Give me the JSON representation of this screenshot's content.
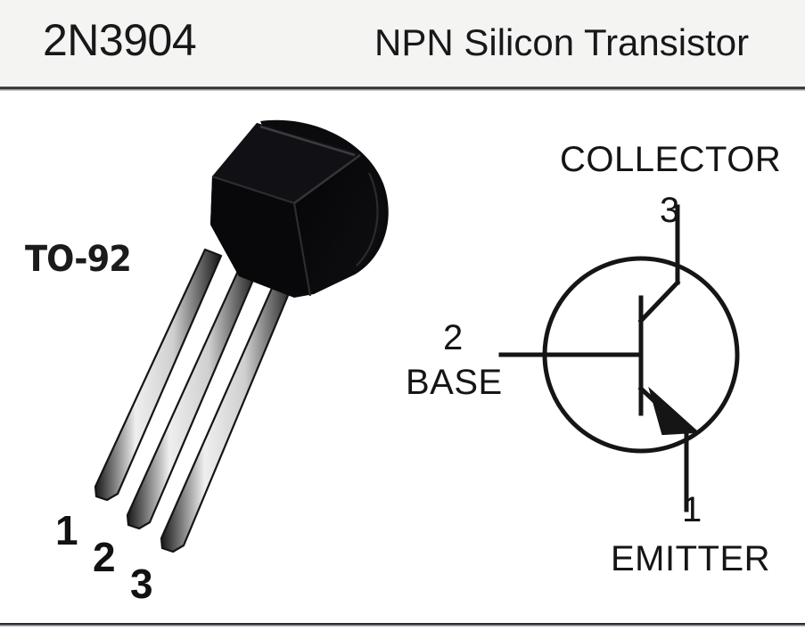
{
  "header": {
    "part_number": "2N3904",
    "description": "NPN Silicon Transistor",
    "background_color": "#f4f4f3",
    "text_color": "#17181a"
  },
  "package": {
    "label": "TO-92",
    "type": "TO-92",
    "pin_numbers": [
      "1",
      "2",
      "3"
    ],
    "body_color": "#0a0a0a",
    "lead_color": "#1a1a1a"
  },
  "symbol": {
    "type": "NPN bipolar junction transistor",
    "line_color": "#151515",
    "terminals": [
      {
        "name": "COLLECTOR",
        "pin": "3"
      },
      {
        "name": "BASE",
        "pin": "2"
      },
      {
        "name": "EMITTER",
        "pin": "1"
      }
    ],
    "collector_label": "COLLECTOR",
    "collector_pin": "3",
    "base_label": "BASE",
    "base_pin": "2",
    "emitter_label": "EMITTER",
    "emitter_pin": "1"
  }
}
